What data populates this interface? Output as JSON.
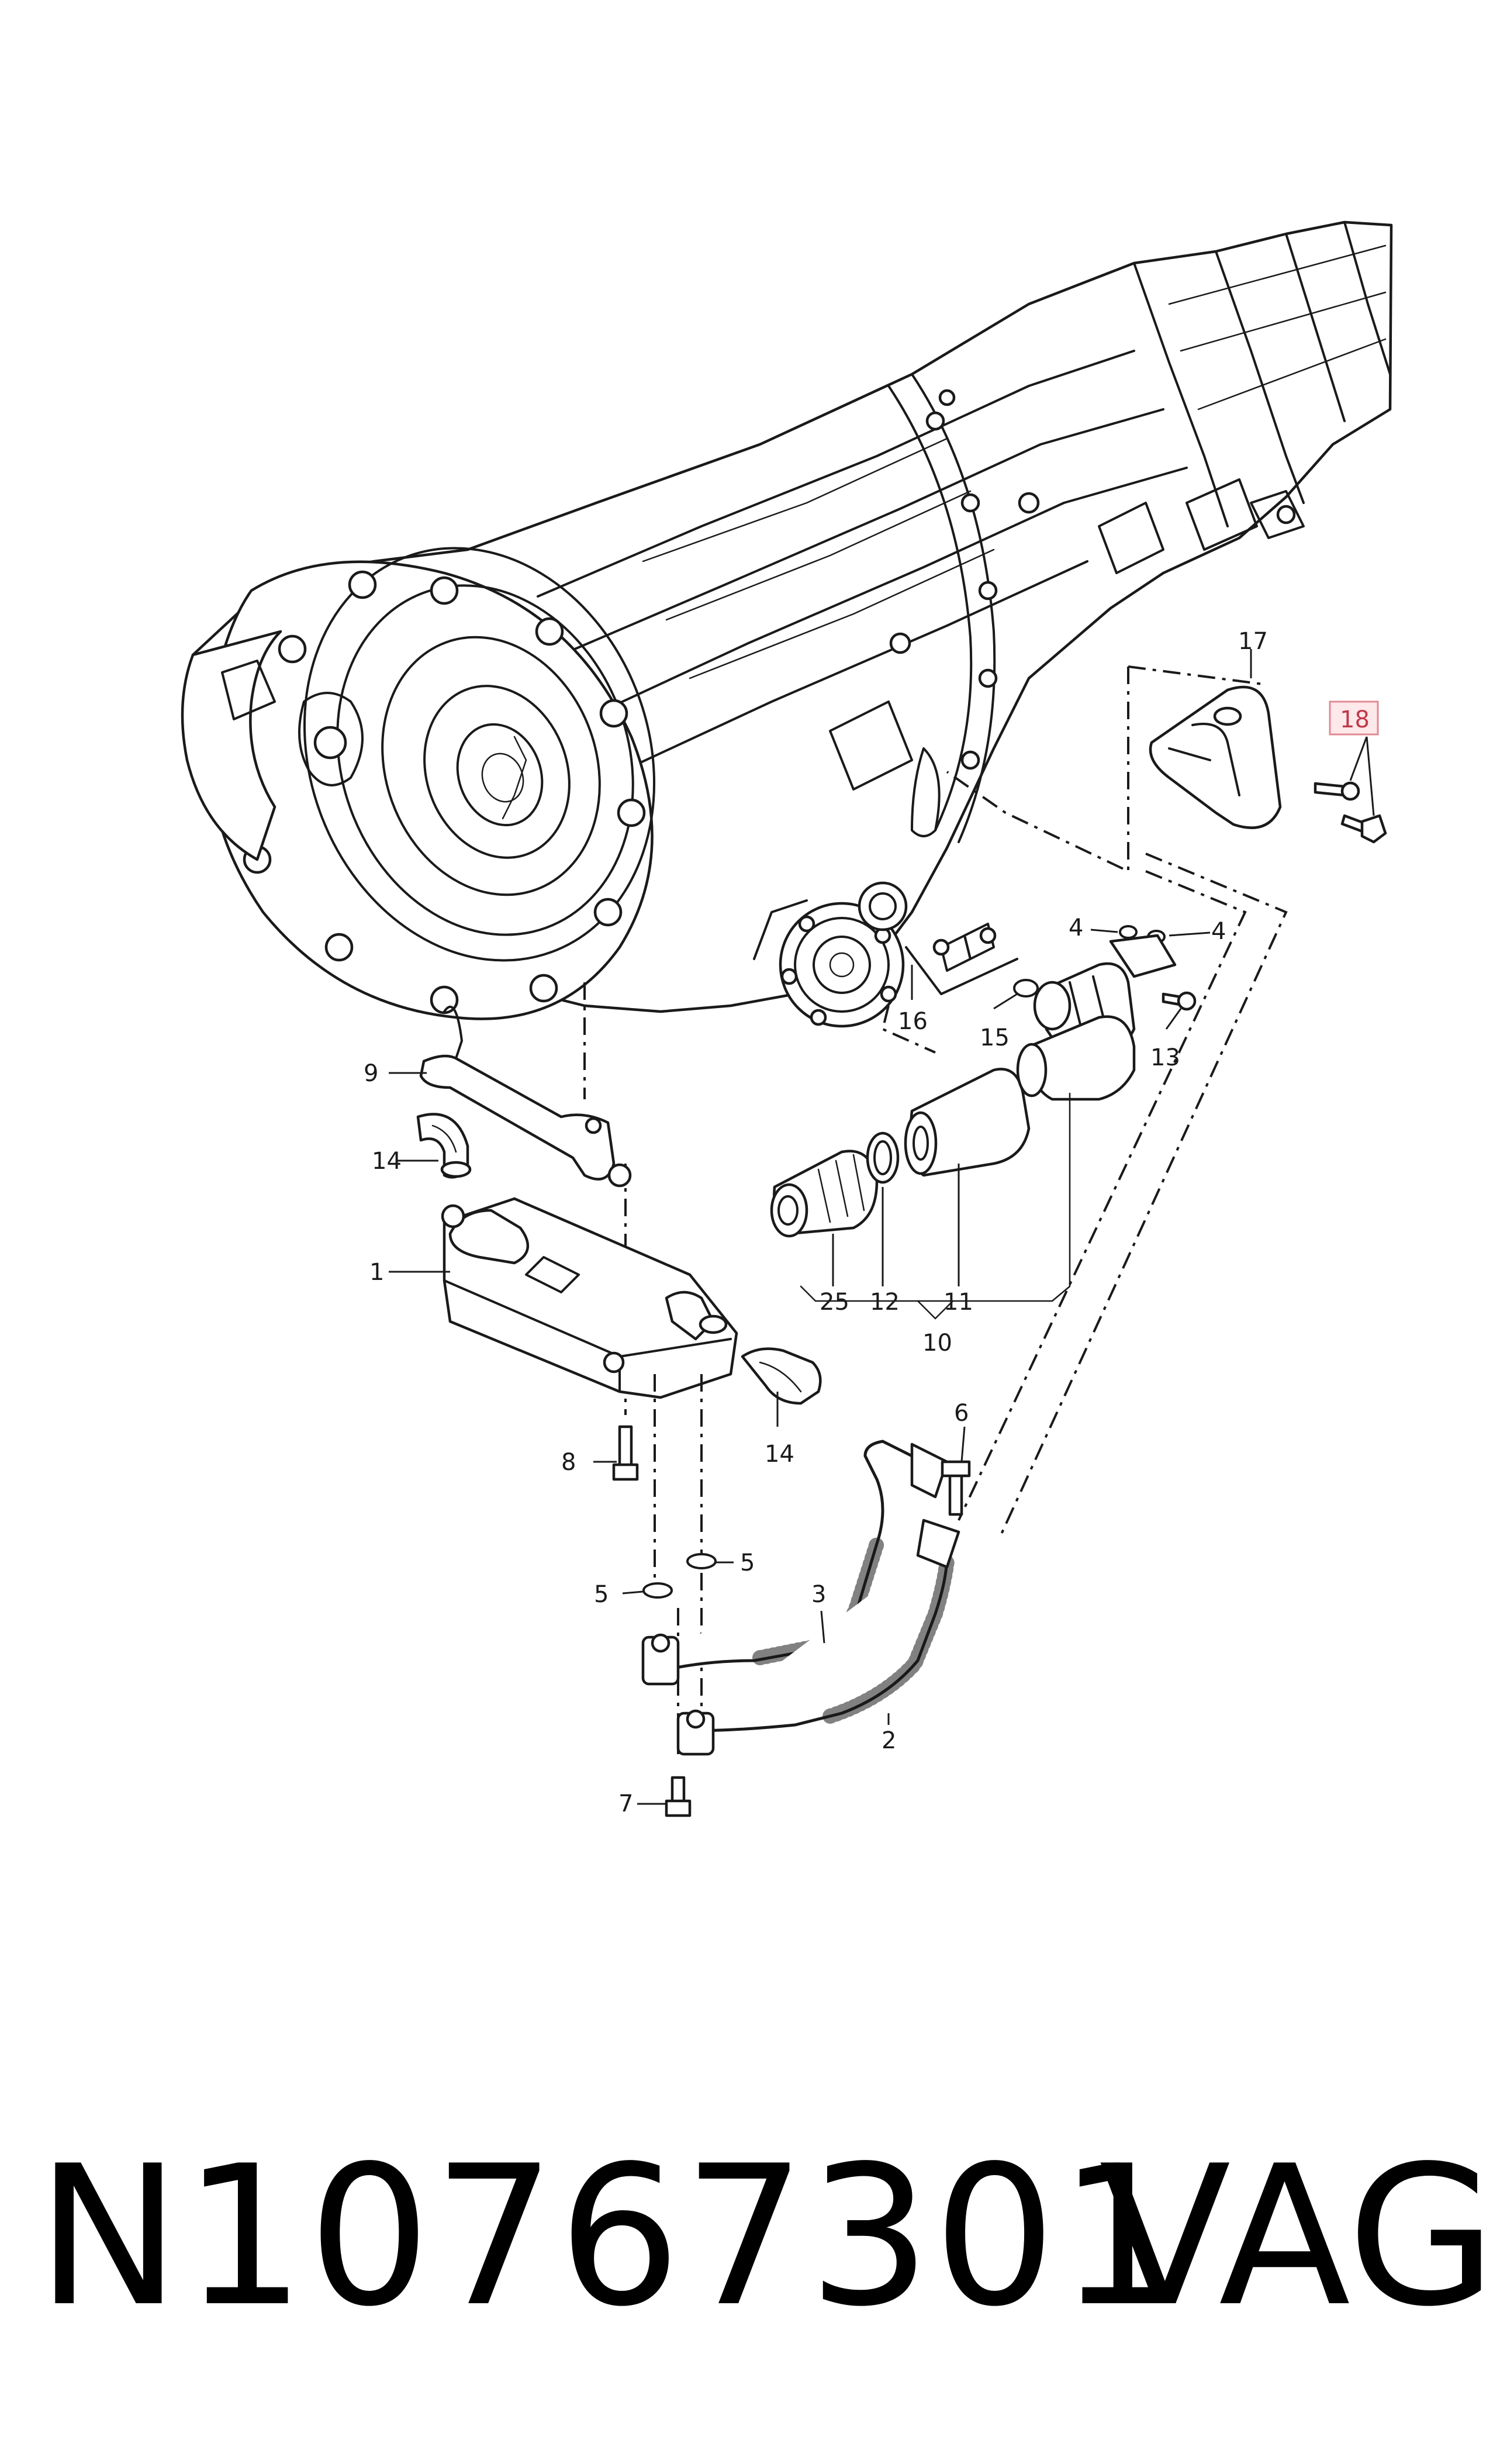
{
  "callouts": {
    "c1": "1",
    "c2": "2",
    "c3": "3",
    "c4a": "4",
    "c4b": "4",
    "c5a": "5",
    "c5b": "5",
    "c6": "6",
    "c7": "7",
    "c8": "8",
    "c9": "9",
    "c10": "10",
    "c11": "11",
    "c12": "12",
    "c13": "13",
    "c14a": "14",
    "c14b": "14",
    "c15": "15",
    "c16": "16",
    "c17": "17",
    "c18": "18",
    "c25": "25"
  },
  "highlighted_callout": "18",
  "highlight_color": "#e08a94",
  "footer": {
    "part_number": "N10767301",
    "brand": "VAG"
  }
}
